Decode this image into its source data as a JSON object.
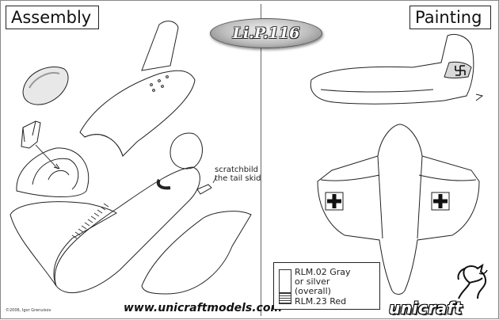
{
  "headers": {
    "assembly": "Assembly",
    "painting": "Painting"
  },
  "badge": {
    "model_name": "Li.P.116"
  },
  "assembly_note": {
    "line1": "scratchbild",
    "line2": "the tail skid"
  },
  "footer": {
    "copyright": "©2006, Igor Grenuisov",
    "website": "www.unicraftmodels.com",
    "brand": "unicraft"
  },
  "legend": {
    "gray_line1": "RLM.02 Gray",
    "gray_line2": "or silver",
    "gray_line3": "(overall)",
    "red": "RLM.23 Red"
  },
  "colors": {
    "rlm02_gray": "#ffffff",
    "rlm23_red": "#6b6b6b",
    "line": "#222222"
  },
  "icons": {
    "insignia": "balkenkreuz",
    "tail_marking": "swastika",
    "logo": "rearing-horse"
  }
}
